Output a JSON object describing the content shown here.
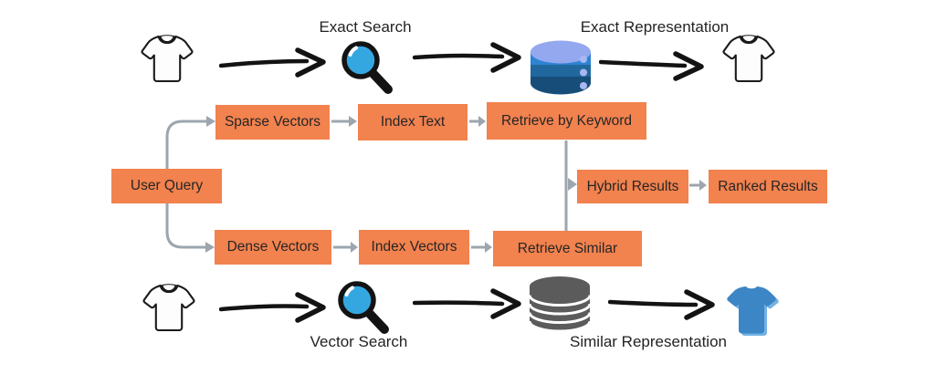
{
  "diagram": {
    "title_semantic": "hybrid-search-flow-diagram",
    "top_flow": {
      "search_label": "Exact Search",
      "representation_label": "Exact Representation"
    },
    "bottom_flow": {
      "search_label": "Vector Search",
      "representation_label": "Similar Representation"
    },
    "nodes": {
      "user_query": "User Query",
      "sparse_vectors": "Sparse Vectors",
      "index_text": "Index Text",
      "retrieve_by_keyword": "Retrieve by Keyword",
      "dense_vectors": "Dense Vectors",
      "index_vectors": "Index Vectors",
      "retrieve_similar": "Retrieve Similar",
      "hybrid_results": "Hybrid Results",
      "ranked_results": "Ranked Results"
    },
    "icons": {
      "top_row": [
        "tshirt-outline-icon",
        "magnifier-icon",
        "database-blue-icon",
        "tshirt-outline-icon"
      ],
      "bottom_row": [
        "tshirt-outline-icon",
        "magnifier-icon",
        "database-gray-icon",
        "tshirt-blue-icon"
      ]
    },
    "colors": {
      "background": "#FFFFFF",
      "node_fill": "#F2824E",
      "node_text": "#262626",
      "label_text": "#232323",
      "connector_gray": "#9DA6AE",
      "arrow_black": "#131313",
      "lens_blue": "#35A7E0",
      "lens_highlight": "#FFFFFF",
      "tee_outline": "#1A1A1A",
      "tee_blue": "#3C86C5",
      "tee_blue_light": "#74B2E2",
      "db_blue_top": "#94A8EF",
      "db_blue_band1": "#2E83D3",
      "db_blue_band2": "#21689E",
      "db_blue_band3": "#174E79",
      "db_blue_dot": "#A9B7F2",
      "db_gray": "#5B5B5B"
    }
  }
}
